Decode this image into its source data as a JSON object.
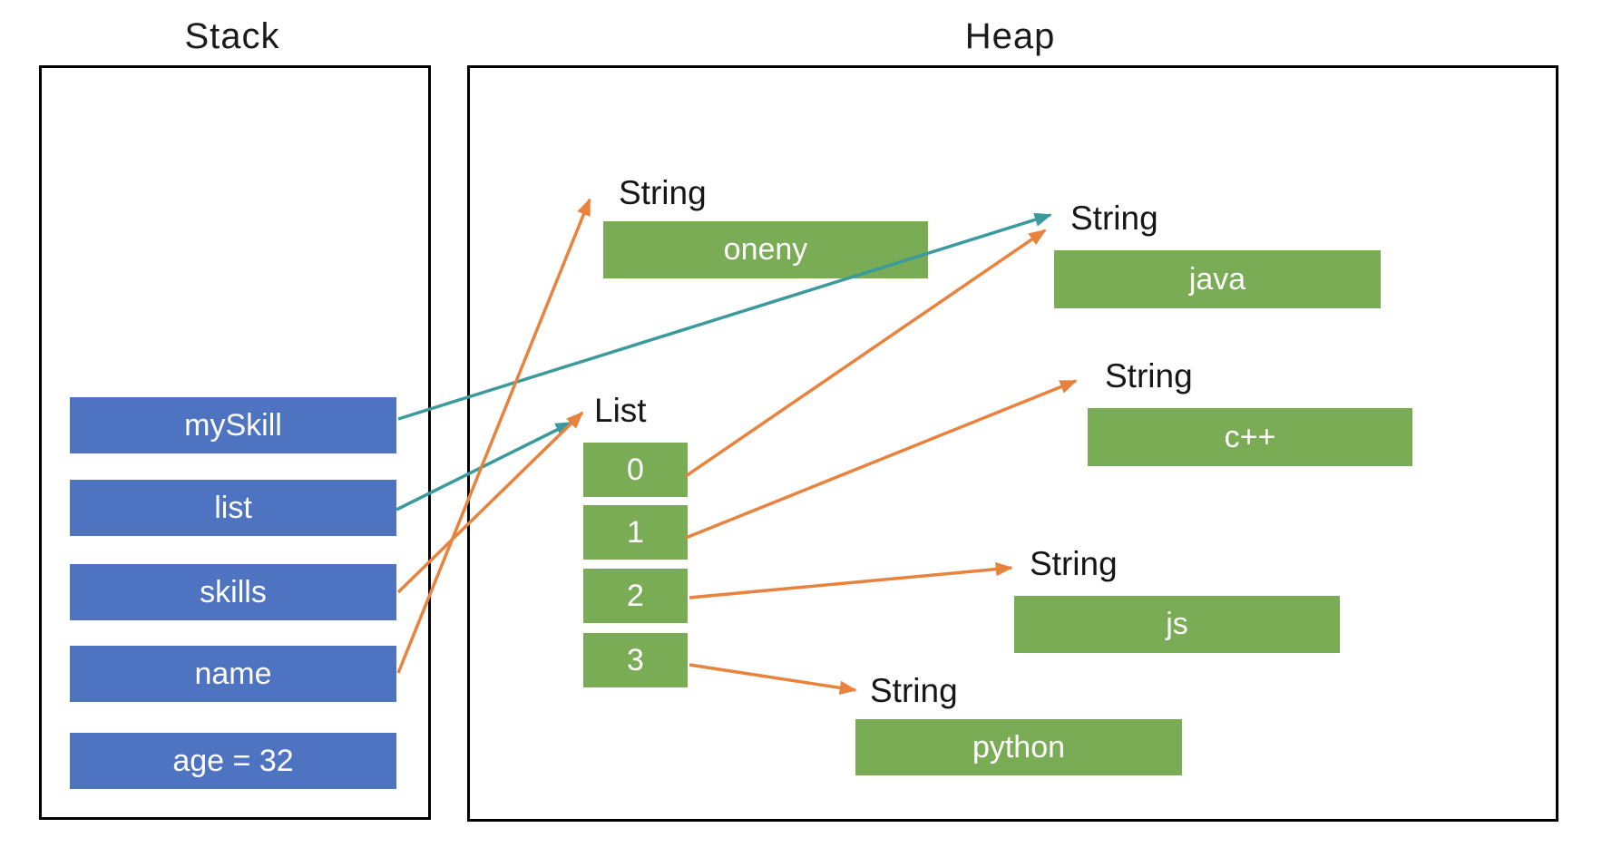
{
  "stack": {
    "title": "Stack",
    "items": [
      {
        "id": "myskill",
        "label": "mySkill"
      },
      {
        "id": "list",
        "label": "list"
      },
      {
        "id": "skills",
        "label": "skills"
      },
      {
        "id": "name",
        "label": "name"
      },
      {
        "id": "age",
        "label": "age = 32"
      }
    ]
  },
  "heap": {
    "title": "Heap",
    "list": {
      "label": "List",
      "cells": [
        {
          "id": "cell0",
          "index": "0"
        },
        {
          "id": "cell1",
          "index": "1"
        },
        {
          "id": "cell2",
          "index": "2"
        },
        {
          "id": "cell3",
          "index": "3"
        }
      ]
    },
    "objects": [
      {
        "id": "oneny",
        "type_label": "String",
        "value": "oneny"
      },
      {
        "id": "java",
        "type_label": "String",
        "value": "java"
      },
      {
        "id": "cpp",
        "type_label": "String",
        "value": "c++"
      },
      {
        "id": "js",
        "type_label": "String",
        "value": "js"
      },
      {
        "id": "python",
        "type_label": "String",
        "value": "python"
      }
    ]
  },
  "arrows": [
    {
      "from": "myskill",
      "to": "java-label",
      "color": "teal"
    },
    {
      "from": "list",
      "to": "list-label",
      "color": "teal"
    },
    {
      "from": "skills",
      "to": "list-label",
      "color": "orange"
    },
    {
      "from": "name",
      "to": "oneny-label",
      "color": "orange"
    },
    {
      "from": "cell0",
      "to": "java-label",
      "color": "orange"
    },
    {
      "from": "cell1",
      "to": "cpp-label",
      "color": "orange"
    },
    {
      "from": "cell2",
      "to": "js-label",
      "color": "orange"
    },
    {
      "from": "cell3",
      "to": "python-label",
      "color": "orange"
    }
  ],
  "colors": {
    "stack_item_fill": "#4E73C0",
    "heap_object_fill": "#7AAB55",
    "arrow_teal": "#3B9A9B",
    "arrow_orange": "#E8823C",
    "box_border": "#000000"
  }
}
